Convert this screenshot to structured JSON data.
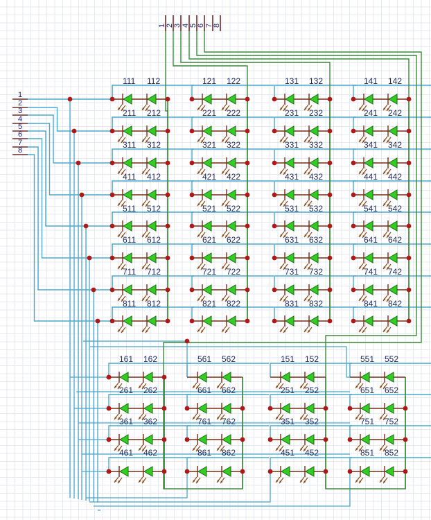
{
  "diagram": {
    "title": "LED matrix schematic",
    "colors": {
      "row_wire": "#4aa8cc",
      "col_wire": "#3c8a3c",
      "component_wire": "#7a2a14",
      "junction": "#b01818",
      "led_fill": "#33cc22",
      "led_stroke": "#1a6a10",
      "arrow": "#8a4a1a",
      "pin_line": "#6a2a2a",
      "label": "#1f2a5a"
    },
    "top_connector": {
      "pins": [
        "1",
        "2",
        "3",
        "4",
        "5",
        "6",
        "7",
        "8"
      ]
    },
    "left_connector": {
      "pins": [
        "1",
        "2",
        "3",
        "4",
        "5",
        "6",
        "7",
        "8"
      ]
    },
    "upper_matrix": {
      "blocks": [
        {
          "top_labels": [
            "111",
            "112"
          ],
          "row_labels": [
            [
              "211",
              "212"
            ],
            [
              "311",
              "312"
            ],
            [
              "411",
              "412"
            ],
            [
              "511",
              "512"
            ],
            [
              "611",
              "612"
            ],
            [
              "711",
              "712"
            ],
            [
              "811",
              "812"
            ],
            [
              "",
              ""
            ]
          ]
        },
        {
          "top_labels": [
            "121",
            "122"
          ],
          "row_labels": [
            [
              "221",
              "222"
            ],
            [
              "321",
              "322"
            ],
            [
              "421",
              "422"
            ],
            [
              "521",
              "522"
            ],
            [
              "621",
              "622"
            ],
            [
              "721",
              "722"
            ],
            [
              "821",
              "822"
            ],
            [
              "",
              ""
            ]
          ]
        },
        {
          "top_labels": [
            "131",
            "132"
          ],
          "row_labels": [
            [
              "231",
              "232"
            ],
            [
              "331",
              "332"
            ],
            [
              "431",
              "432"
            ],
            [
              "531",
              "532"
            ],
            [
              "631",
              "632"
            ],
            [
              "731",
              "732"
            ],
            [
              "831",
              "832"
            ],
            [
              "",
              ""
            ]
          ]
        },
        {
          "top_labels": [
            "141",
            "142"
          ],
          "row_labels": [
            [
              "241",
              "242"
            ],
            [
              "341",
              "342"
            ],
            [
              "441",
              "442"
            ],
            [
              "541",
              "542"
            ],
            [
              "641",
              "642"
            ],
            [
              "741",
              "742"
            ],
            [
              "841",
              "842"
            ],
            [
              "",
              ""
            ]
          ]
        }
      ]
    },
    "lower_matrix": {
      "blocks": [
        {
          "top_labels": [
            "161",
            "162"
          ],
          "row_labels": [
            [
              "261",
              "262"
            ],
            [
              "361",
              "362"
            ],
            [
              "461",
              "462"
            ],
            [
              "",
              ""
            ]
          ]
        },
        {
          "top_labels": [
            "561",
            "562"
          ],
          "row_labels": [
            [
              "661",
              "662"
            ],
            [
              "761",
              "762"
            ],
            [
              "861",
              "862"
            ],
            [
              "",
              ""
            ]
          ]
        },
        {
          "top_labels": [
            "151",
            "152"
          ],
          "row_labels": [
            [
              "251",
              "252"
            ],
            [
              "351",
              "352"
            ],
            [
              "451",
              "452"
            ],
            [
              "",
              ""
            ]
          ]
        },
        {
          "top_labels": [
            "551",
            "552"
          ],
          "row_labels": [
            [
              "651",
              "652"
            ],
            [
              "751",
              "752"
            ],
            [
              "851",
              "852"
            ],
            [
              "",
              ""
            ]
          ]
        }
      ]
    }
  }
}
